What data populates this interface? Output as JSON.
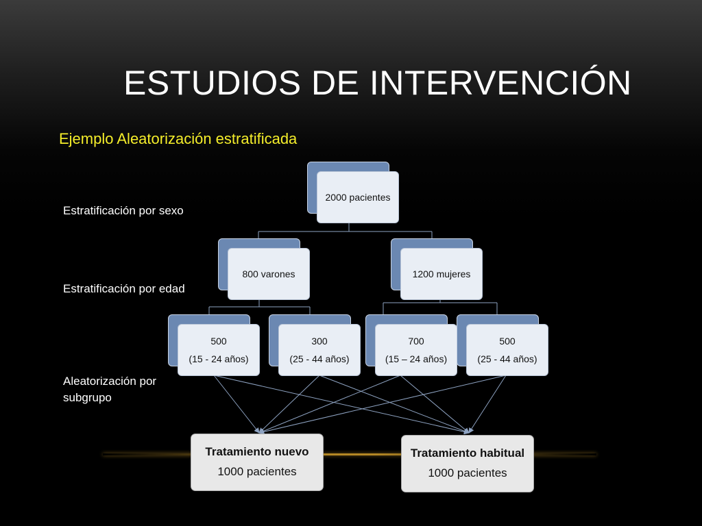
{
  "slide": {
    "title": "ESTUDIOS DE INTERVENCIÓN",
    "subtitle": "Ejemplo Aleatorización estratificada"
  },
  "side_labels": {
    "sexo": "Estratificación por sexo",
    "edad": "Estratificación por edad",
    "aleatorizacion_line1": "Aleatorización por",
    "aleatorizacion_line2": "subgrupo"
  },
  "tree": {
    "root": "2000 pacientes",
    "sex": [
      "800 varones",
      "1200 mujeres"
    ],
    "age_groups": [
      {
        "count": "500",
        "range": "(15 - 24 años)"
      },
      {
        "count": "300",
        "range": "(25 - 44 años)"
      },
      {
        "count": "700",
        "range": "(15 – 24 años)"
      },
      {
        "count": "500",
        "range": "(25 - 44 años)"
      }
    ]
  },
  "results": [
    {
      "title": "Tratamiento nuevo",
      "count": "1000 pacientes"
    },
    {
      "title": "Tratamiento habitual",
      "count": "1000 pacientes"
    }
  ],
  "colors": {
    "subtitle": "#f5ee2a",
    "node_back": "#6b88b2",
    "node_front": "#e9eef5",
    "connector": "#8ea3c2"
  }
}
